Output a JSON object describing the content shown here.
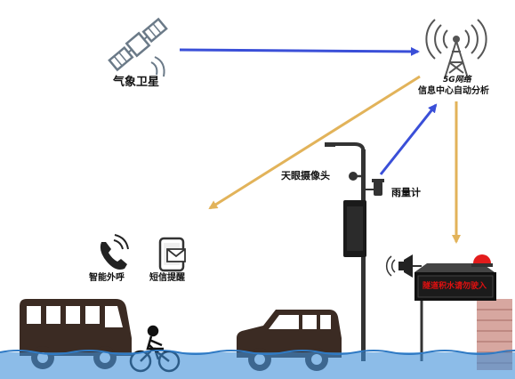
{
  "labels": {
    "weather_satellite": "气象卫星",
    "network_5g": "5G网络",
    "info_center": "信息中心自动分析",
    "sky_eye_camera": "天眼摄像头",
    "rain_gauge": "雨量计",
    "smart_call": "智能外呼",
    "sms_alert": "短信提醒",
    "warning_sign": "隧道积水请勿驶入"
  },
  "colors": {
    "data_arrow": "#3a4fd8",
    "alert_arrow": "#e2b35a",
    "flood_water": "#3f8fd8",
    "warning_light": "#e31c1c",
    "sign_text": "#e01010"
  },
  "icons": {
    "satellite": "satellite-icon",
    "tower": "radio-tower-icon",
    "phone": "phone-call-icon",
    "sms": "sms-envelope-icon",
    "speaker": "loudspeaker-icon",
    "beacon": "warning-beacon-icon"
  }
}
